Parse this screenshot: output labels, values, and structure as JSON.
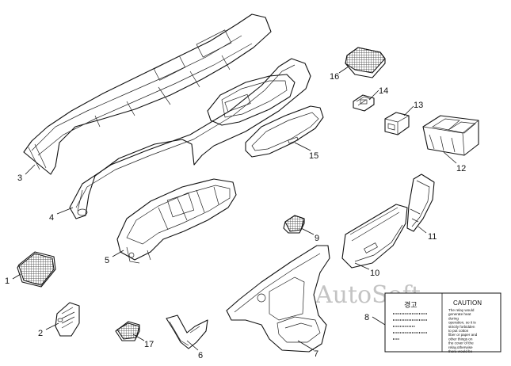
{
  "watermark": "AutoSoft",
  "callouts": [
    {
      "id": "c1",
      "text": "1"
    },
    {
      "id": "c2",
      "text": "2"
    },
    {
      "id": "c3",
      "text": "3"
    },
    {
      "id": "c4",
      "text": "4"
    },
    {
      "id": "c5",
      "text": "5"
    },
    {
      "id": "c6",
      "text": "6"
    },
    {
      "id": "c7",
      "text": "7"
    },
    {
      "id": "c8",
      "text": "8"
    },
    {
      "id": "c9",
      "text": "9"
    },
    {
      "id": "c10",
      "text": "10"
    },
    {
      "id": "c11",
      "text": "11"
    },
    {
      "id": "c12",
      "text": "12"
    },
    {
      "id": "c13",
      "text": "13"
    },
    {
      "id": "c14",
      "text": "14"
    },
    {
      "id": "c15",
      "text": "15"
    },
    {
      "id": "c16",
      "text": "16"
    },
    {
      "id": "c17",
      "text": "17"
    }
  ],
  "caution_label": {
    "heading": "CAUTION",
    "korean_heading": "경고",
    "lines": [
      "The relay would",
      "generate heat",
      "during",
      "operation, so it is",
      "strictly forbidden",
      "to put cotton",
      "fiber or paper and",
      "other things on",
      "the cover of the",
      "relay,otherwise",
      "there would be"
    ]
  }
}
